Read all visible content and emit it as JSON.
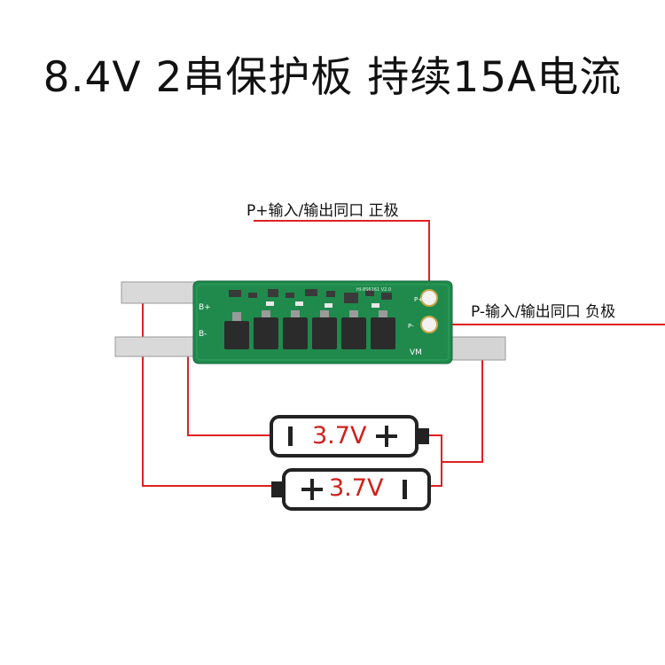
{
  "title": "8.4V 2串保护板 持续15A电流",
  "annotations": {
    "p_plus": "P+输入/输出同口 正极",
    "p_minus": "P-输入/输出同口 负极"
  },
  "batteries": [
    {
      "voltage": "3.7V"
    },
    {
      "voltage": "3.7V"
    }
  ],
  "board": {
    "label_b_plus": "B+",
    "label_b_minus": "B-",
    "label_p_plus": "P+",
    "label_p_minus": "P-",
    "label_vm": "VM",
    "silk": "HI-8S6161 V2.0"
  },
  "colors": {
    "wire": "#e02020",
    "pcb": "#1f8a4c",
    "battery": "#222222",
    "battery_text": "#d0201a"
  }
}
